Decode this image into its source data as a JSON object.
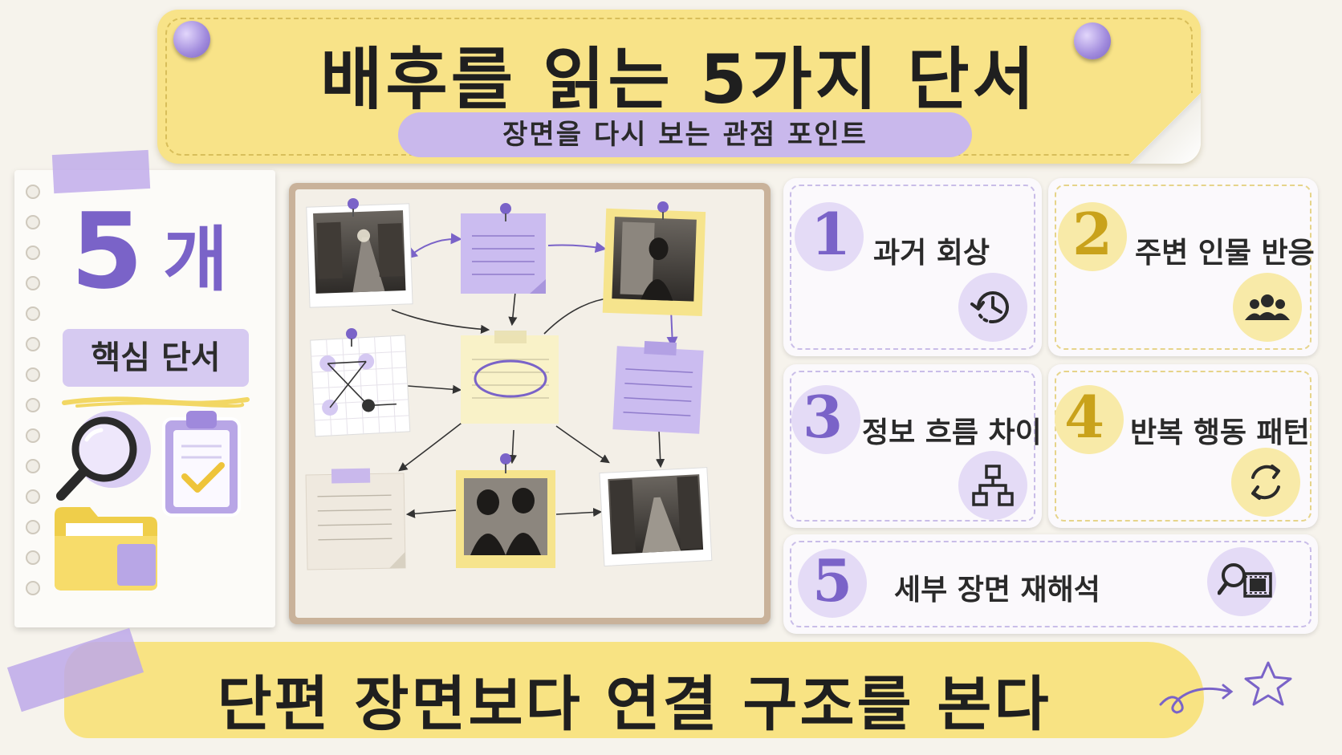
{
  "header": {
    "title": "배후를 읽는 5가지 단서",
    "subtitle": "장면을 다시 보는 관점 포인트"
  },
  "left_panel": {
    "count_number": "5",
    "count_unit": "개",
    "count_label": "핵심 단서",
    "icons": [
      "magnifier-icon",
      "clipboard-check-icon",
      "folder-icon"
    ]
  },
  "board": {
    "notes": [
      "photo-street-night",
      "lined-note-purple",
      "photo-woman-window",
      "graph-grid-note",
      "center-note-circled",
      "lined-note-purple-right",
      "blank-note-left",
      "photo-two-faces",
      "photo-hallway"
    ]
  },
  "clues": [
    {
      "number": "1",
      "label": "과거 회상",
      "icon": "clock-history-icon"
    },
    {
      "number": "2",
      "label": "주변 인물 반응",
      "icon": "group-people-icon"
    },
    {
      "number": "3",
      "label": "정보 흐름 차이",
      "icon": "hierarchy-icon"
    },
    {
      "number": "4",
      "label": "반복 행동 패턴",
      "icon": "cycle-arrows-icon"
    },
    {
      "number": "5",
      "label": "세부 장면 재해석",
      "icon": "magnifier-film-icon"
    }
  ],
  "footer": {
    "text": "단편 장면보다 연결 구조를 본다"
  },
  "colors": {
    "purple": "#7a63c8",
    "lavender": "#c9b8ec",
    "yellow": "#f8e388",
    "gold": "#c9a21b"
  }
}
